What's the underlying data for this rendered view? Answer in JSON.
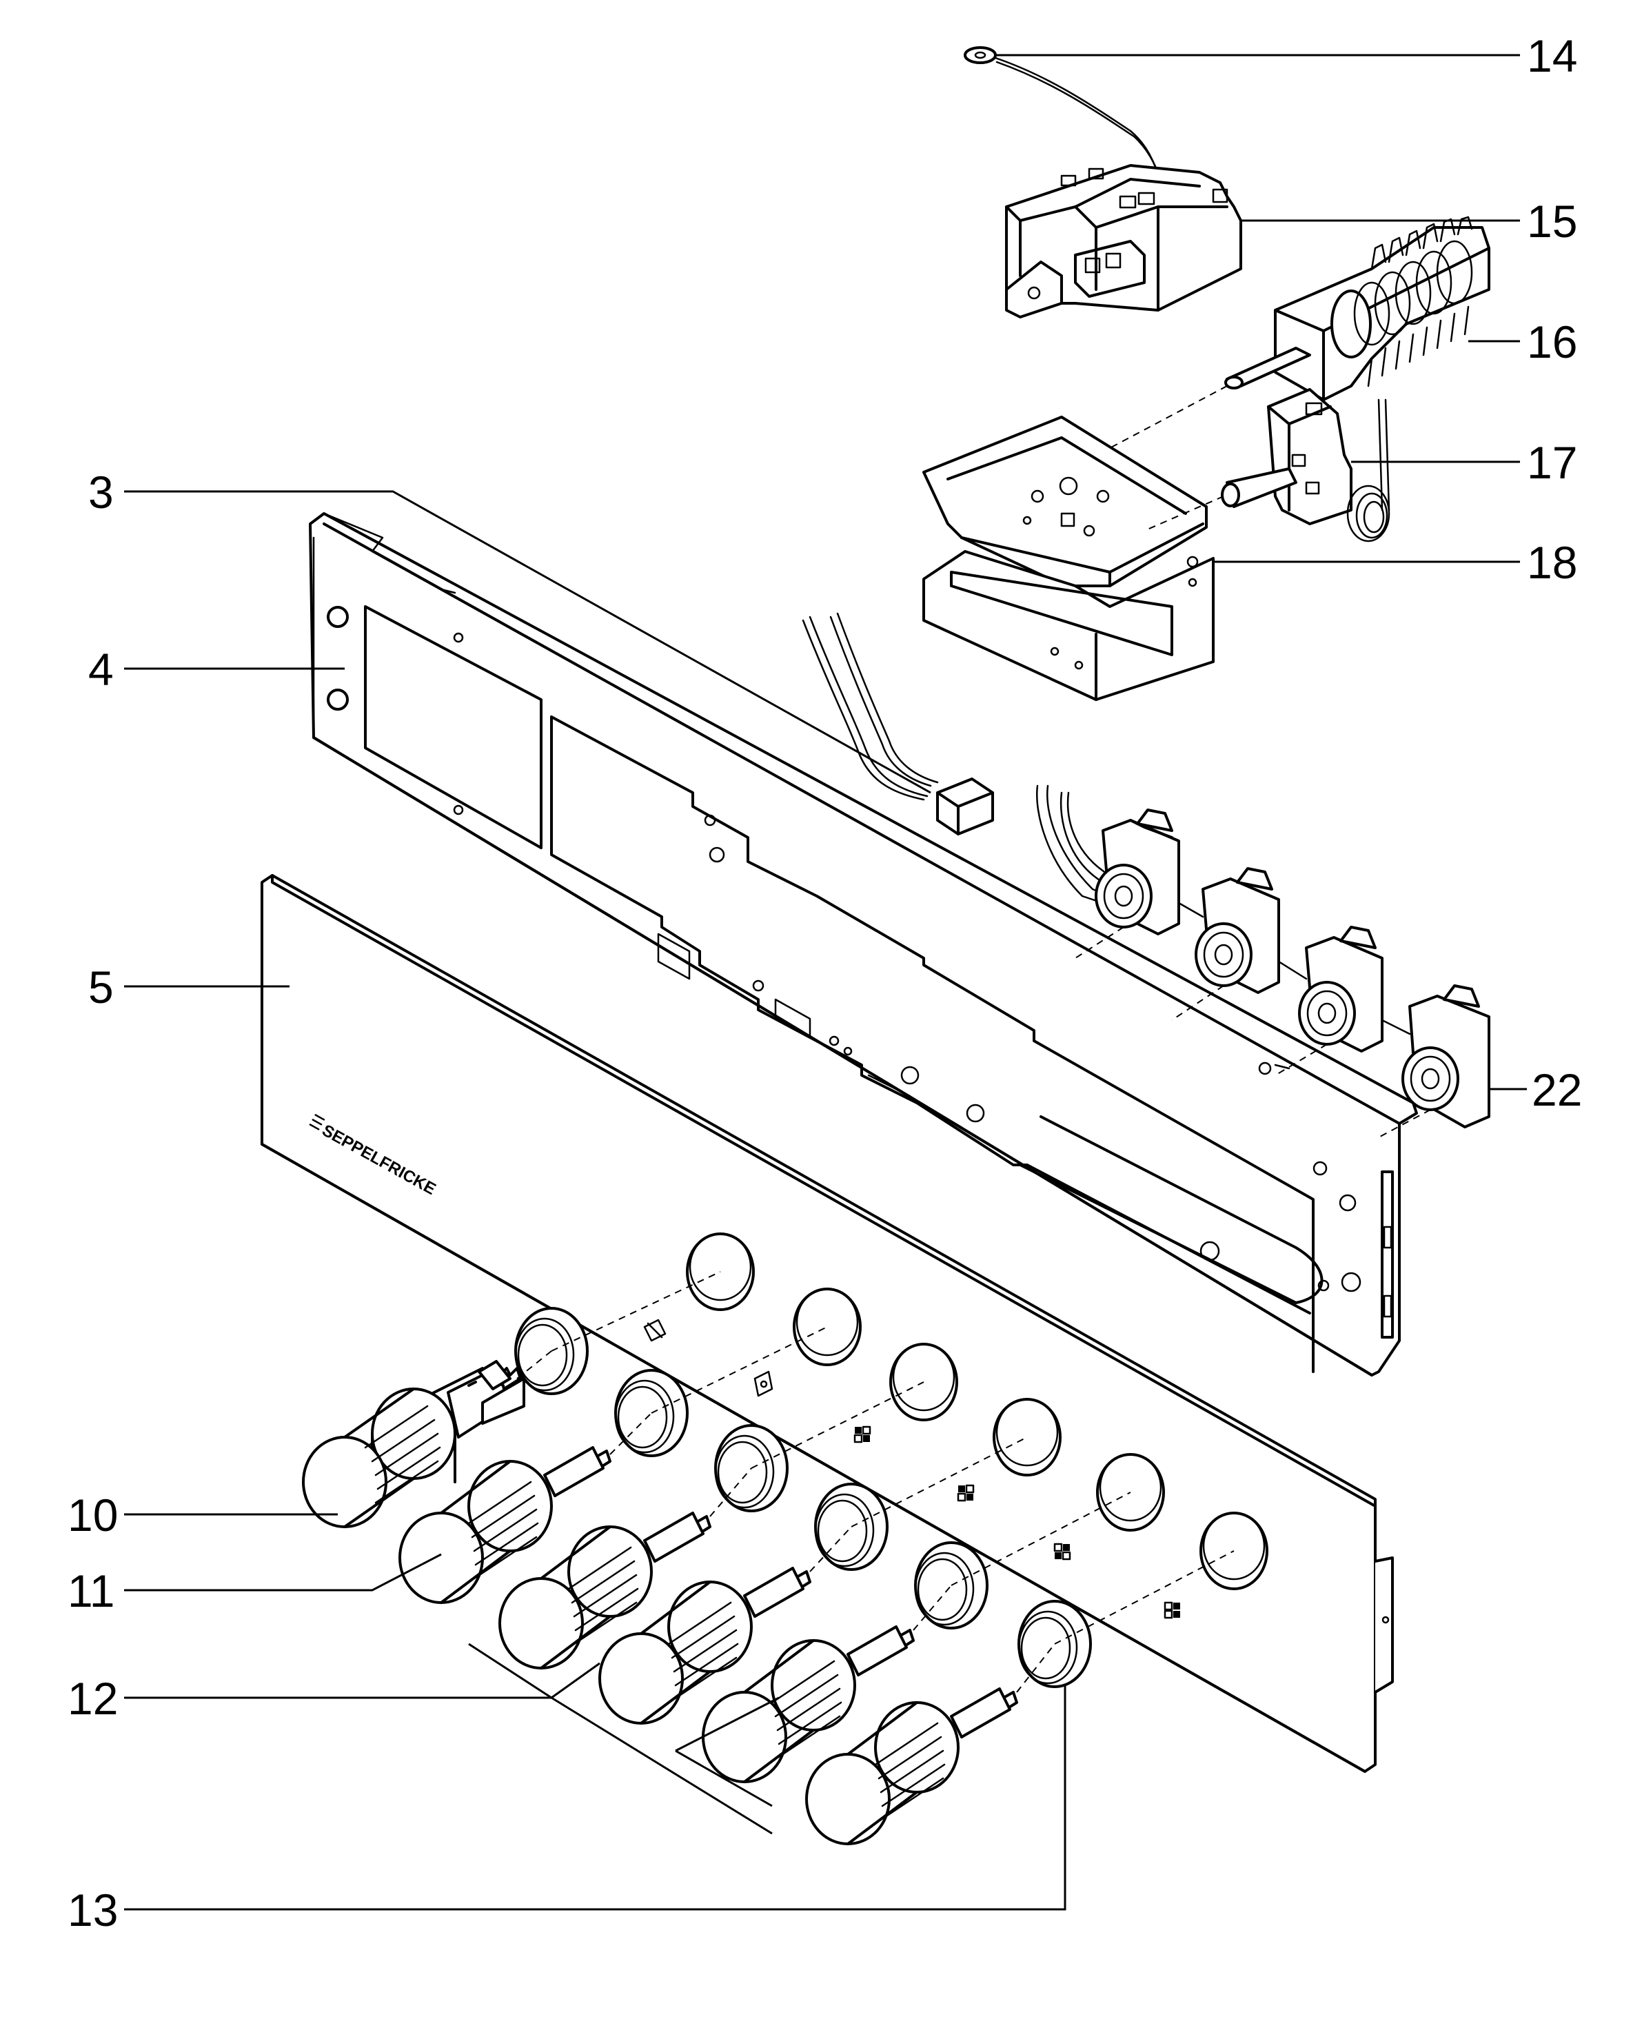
{
  "callouts": [
    {
      "id": "14",
      "text": "14"
    },
    {
      "id": "15",
      "text": "15"
    },
    {
      "id": "16",
      "text": "16"
    },
    {
      "id": "17",
      "text": "17"
    },
    {
      "id": "18",
      "text": "18"
    },
    {
      "id": "3",
      "text": "3"
    },
    {
      "id": "4",
      "text": "4"
    },
    {
      "id": "5",
      "text": "5"
    },
    {
      "id": "22",
      "text": "22"
    },
    {
      "id": "10",
      "text": "10"
    },
    {
      "id": "11",
      "text": "11"
    },
    {
      "id": "12",
      "text": "12"
    },
    {
      "id": "13",
      "text": "13"
    }
  ],
  "brand_logo": "SEPPELFRICKE"
}
